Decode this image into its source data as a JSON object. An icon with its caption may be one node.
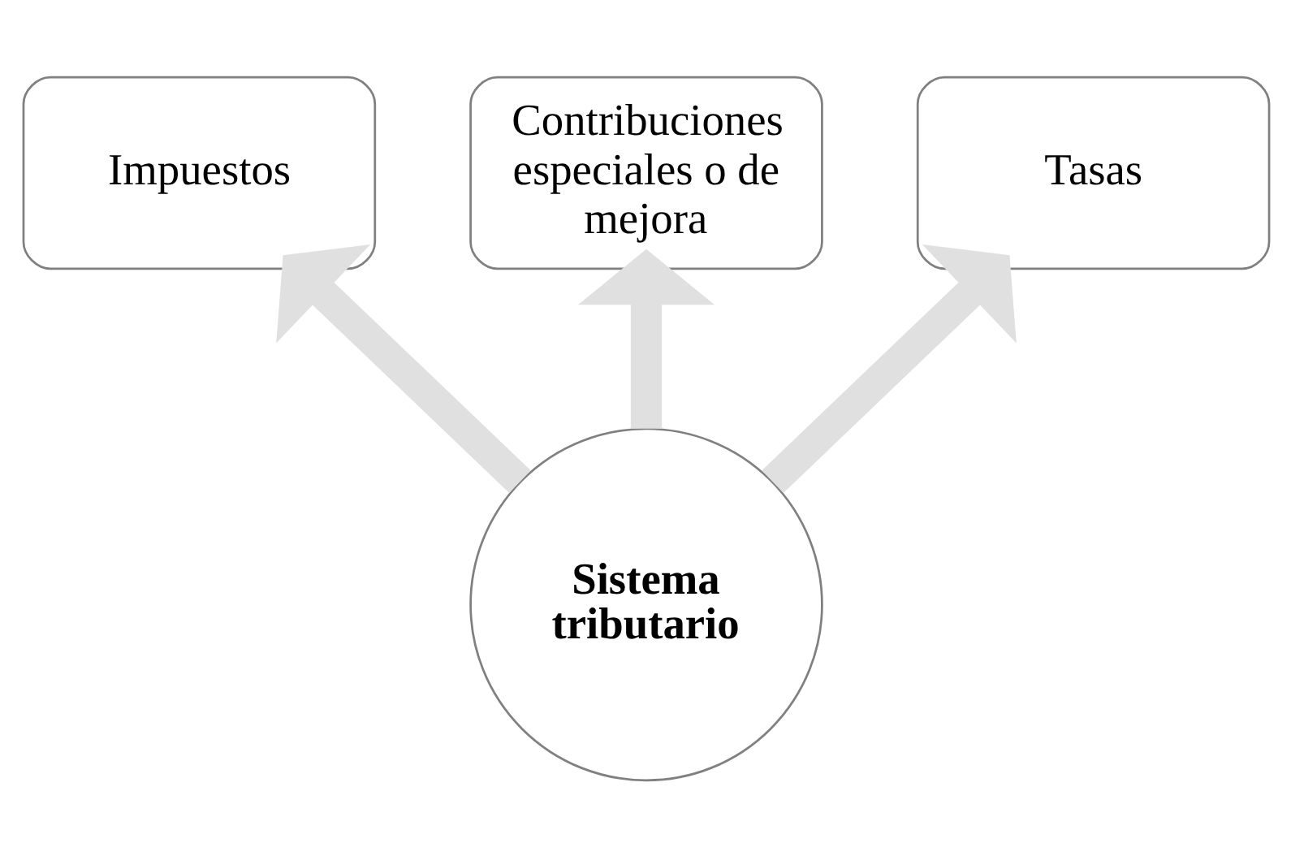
{
  "diagram": {
    "nodes": [
      {
        "text": [
          "Sistema tributario"
        ]
      },
      {
        "text": [
          "Impuestos"
        ]
      },
      {
        "text": [
          "Contribuciones especiales o de mejora"
        ]
      },
      {
        "text": [
          "Tasas"
        ]
      }
    ],
    "edges": [
      {
        "from": 0,
        "to": 1,
        "arrow": "to"
      },
      {
        "from": 0,
        "to": 2,
        "arrow": "to"
      },
      {
        "from": 0,
        "to": 3,
        "arrow": "to"
      }
    ]
  }
}
